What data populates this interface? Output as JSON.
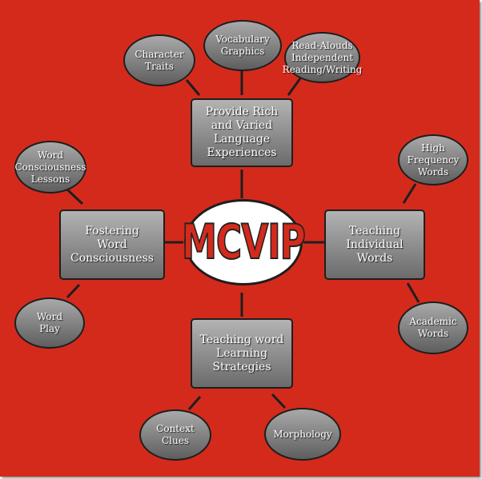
{
  "center": {
    "label": "MCVIP"
  },
  "main_nodes": {
    "rich_language": "Provide Rich\nand Varied Language\nExperiences",
    "word_consciousness": "Fostering\nWord\nConsciousness",
    "individual_words": "Teaching\nIndividual\nWords",
    "learning_strategies": "Teaching word\nLearning\nStrategies"
  },
  "leaf_nodes": {
    "character_traits": "Character\nTraits",
    "vocabulary_graphics": "Vocabulary\nGraphics",
    "read_alouds": "Read-Alouds\nIndependent\nReading/Writing",
    "word_consciousness_lessons": "Word\nConsciousness\nLessons",
    "word_play": "Word\nPlay",
    "high_frequency_words": "High\nFrequency\nWords",
    "academic_words": "Academic\nWords",
    "context_clues": "Context\nClues",
    "morphology": "Morphology"
  },
  "colors": {
    "background": "#d42a1c",
    "node_fill_top": "#b3b3b3",
    "node_fill_bottom": "#6b6b6b",
    "center_fill": "#ffffff",
    "center_text": "#d42a1c",
    "connector": "#1e1e1e"
  }
}
